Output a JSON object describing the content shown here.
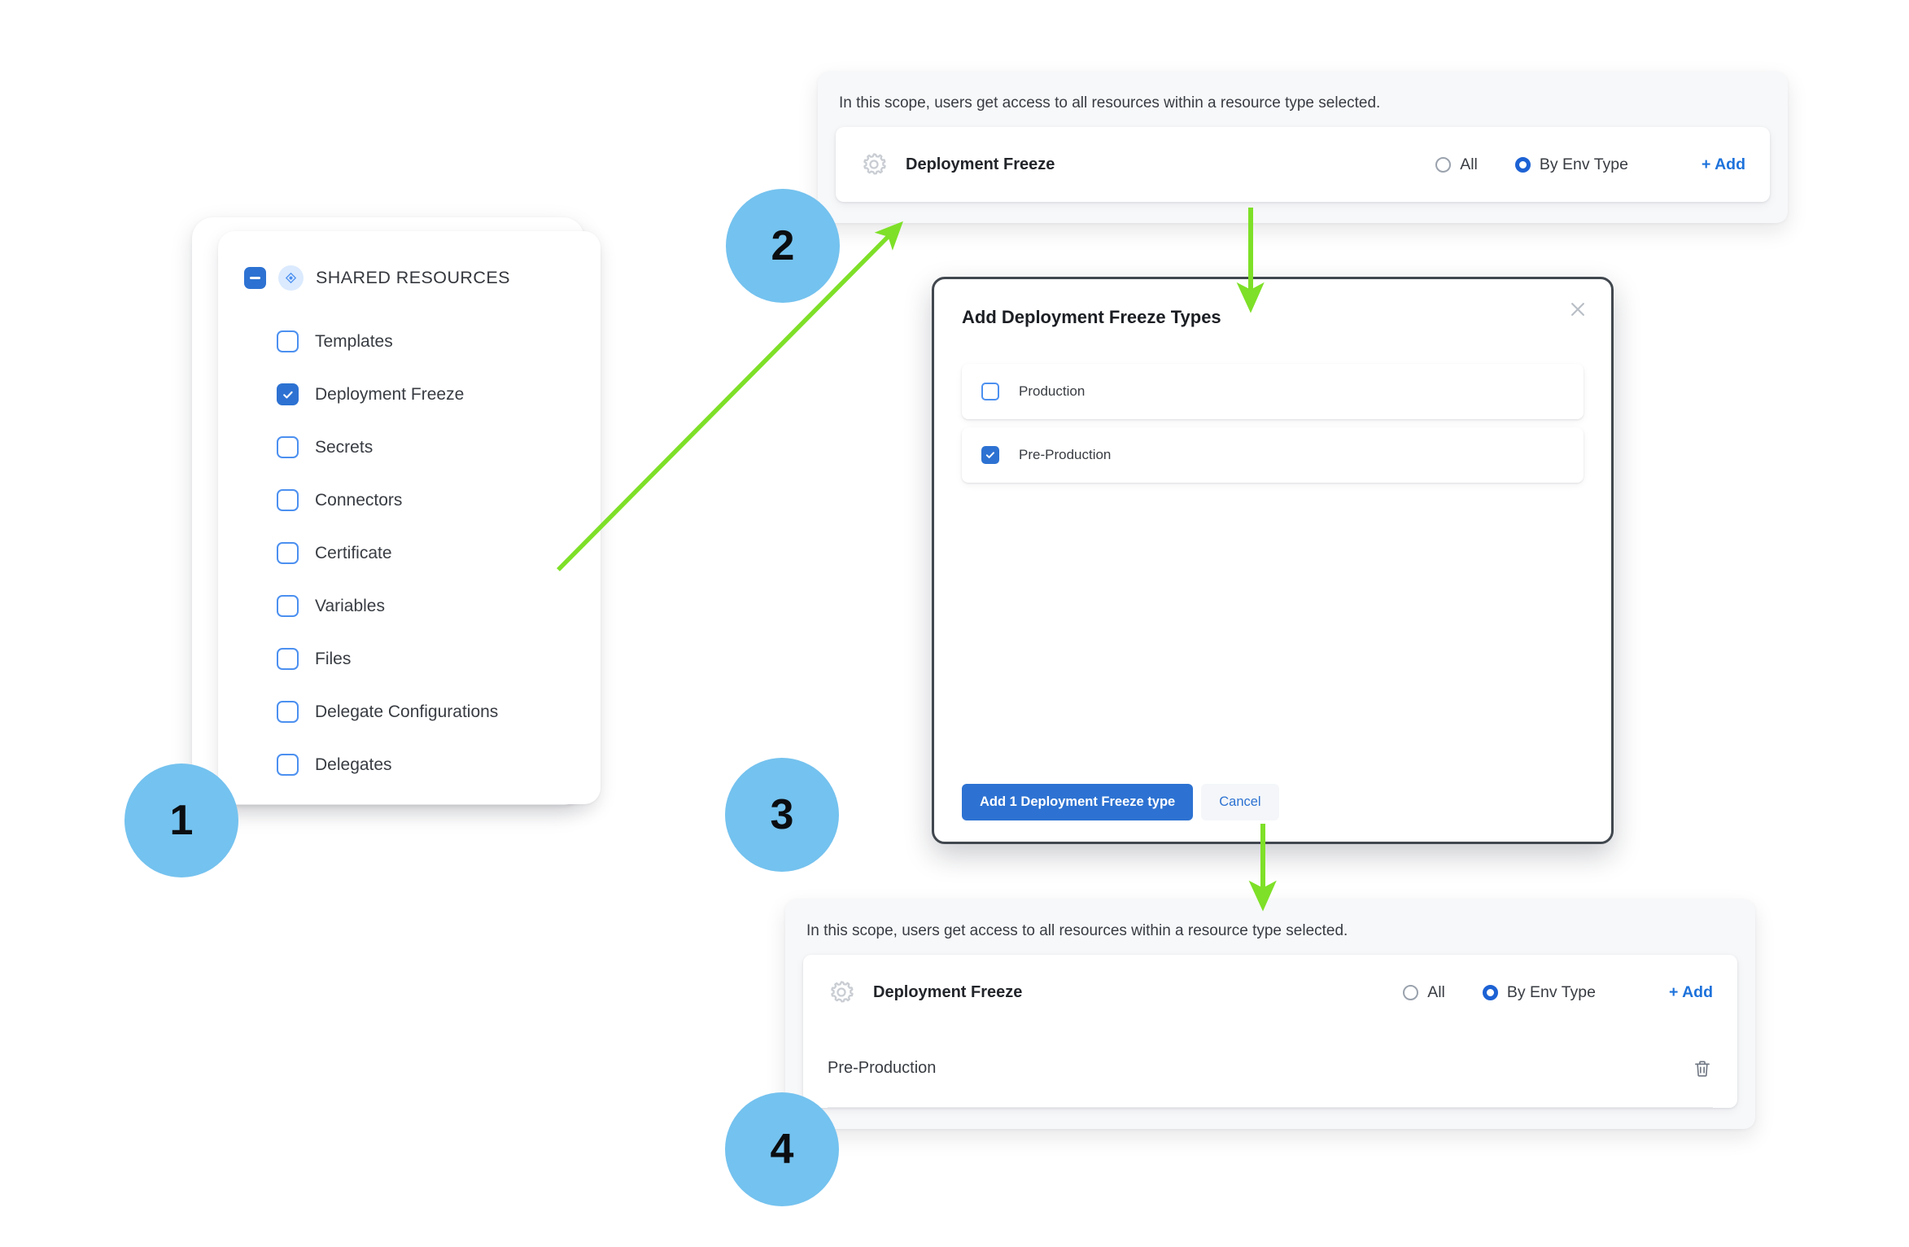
{
  "step1_panel": {
    "header": {
      "label": "SHARED RESOURCES",
      "checkbox_state": "indeterminate",
      "badge_icon": "resource-node-icon"
    },
    "resources": [
      {
        "label": "Templates",
        "checked": false
      },
      {
        "label": "Deployment Freeze",
        "checked": true
      },
      {
        "label": "Secrets",
        "checked": false
      },
      {
        "label": "Connectors",
        "checked": false
      },
      {
        "label": "Certificate",
        "checked": false
      },
      {
        "label": "Variables",
        "checked": false
      },
      {
        "label": "Files",
        "checked": false
      },
      {
        "label": "Delegate Configurations",
        "checked": false
      },
      {
        "label": "Delegates",
        "checked": false
      }
    ]
  },
  "step2_panel": {
    "note": "In this scope, users get access to all resources within a resource type selected.",
    "resource_name": "Deployment Freeze",
    "gear_icon": "gear-icon",
    "radio_all_label": "All",
    "radio_all_selected": false,
    "radio_envtype_label": "By Env Type",
    "radio_envtype_selected": true,
    "add_label": "+ Add"
  },
  "step3_modal": {
    "title": "Add Deployment Freeze Types",
    "close_icon": "close-icon",
    "options": [
      {
        "label": "Production",
        "checked": false
      },
      {
        "label": "Pre-Production",
        "checked": true
      }
    ],
    "primary_button": "Add 1 Deployment Freeze type",
    "secondary_button": "Cancel"
  },
  "step4_panel": {
    "note": "In this scope, users get access to all resources within a resource type selected.",
    "resource_name": "Deployment Freeze",
    "gear_icon": "gear-icon",
    "radio_all_label": "All",
    "radio_all_selected": false,
    "radio_envtype_label": "By Env Type",
    "radio_envtype_selected": true,
    "add_label": "+ Add",
    "selected_values": [
      {
        "label": "Pre-Production",
        "delete_icon": "trash-icon"
      }
    ]
  },
  "callouts": [
    {
      "number": "1"
    },
    {
      "number": "2"
    },
    {
      "number": "3"
    },
    {
      "number": "4"
    }
  ],
  "colors": {
    "accent_blue": "#2d72d2",
    "link_blue": "#1d72db",
    "callout_blue": "#74c2ef",
    "arrow_green": "#7ee028",
    "panel_bg": "#f7f8fa",
    "modal_border": "#41474e"
  }
}
